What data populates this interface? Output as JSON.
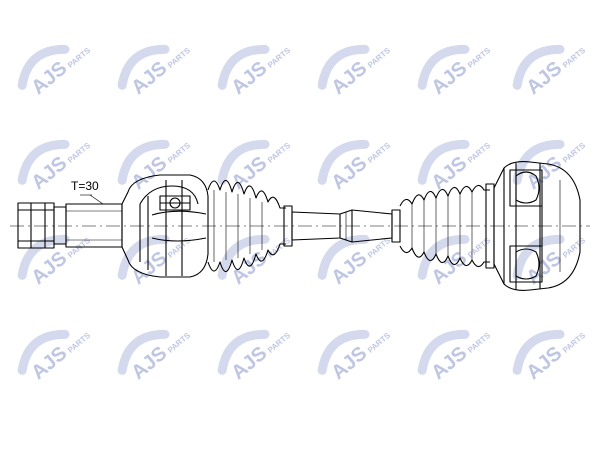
{
  "drawing": {
    "spline_label": "T=30"
  },
  "watermark": {
    "brand": "AJS",
    "suffix": "PARTS",
    "color": "#c7cde8",
    "text_color": "#aab3da"
  },
  "colors": {
    "line": "#000000",
    "hatch": "#9a9a9a"
  }
}
